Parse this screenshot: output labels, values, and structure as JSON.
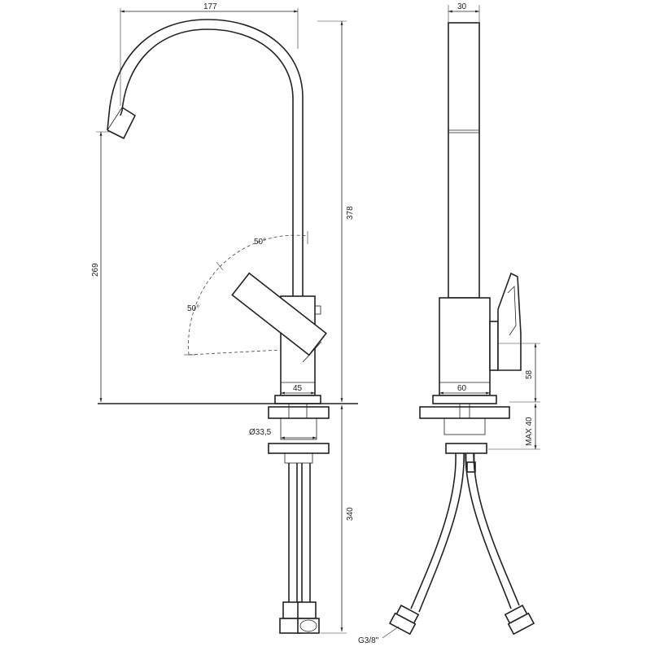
{
  "drawing": {
    "front": {
      "spout_reach": "177",
      "total_height": "378",
      "spout_height": "269",
      "lever_angle_top": "50°",
      "lever_angle_side": "50°",
      "body_width": "45",
      "shank_diameter": "Ø33,5",
      "hose_length": "340"
    },
    "side": {
      "tube_width": "30",
      "body_depth": "60",
      "body_height": "58",
      "max_deck": "MAX 40",
      "thread": "G3/8\""
    }
  },
  "colors": {
    "line": "#222222",
    "background": "#ffffff"
  }
}
